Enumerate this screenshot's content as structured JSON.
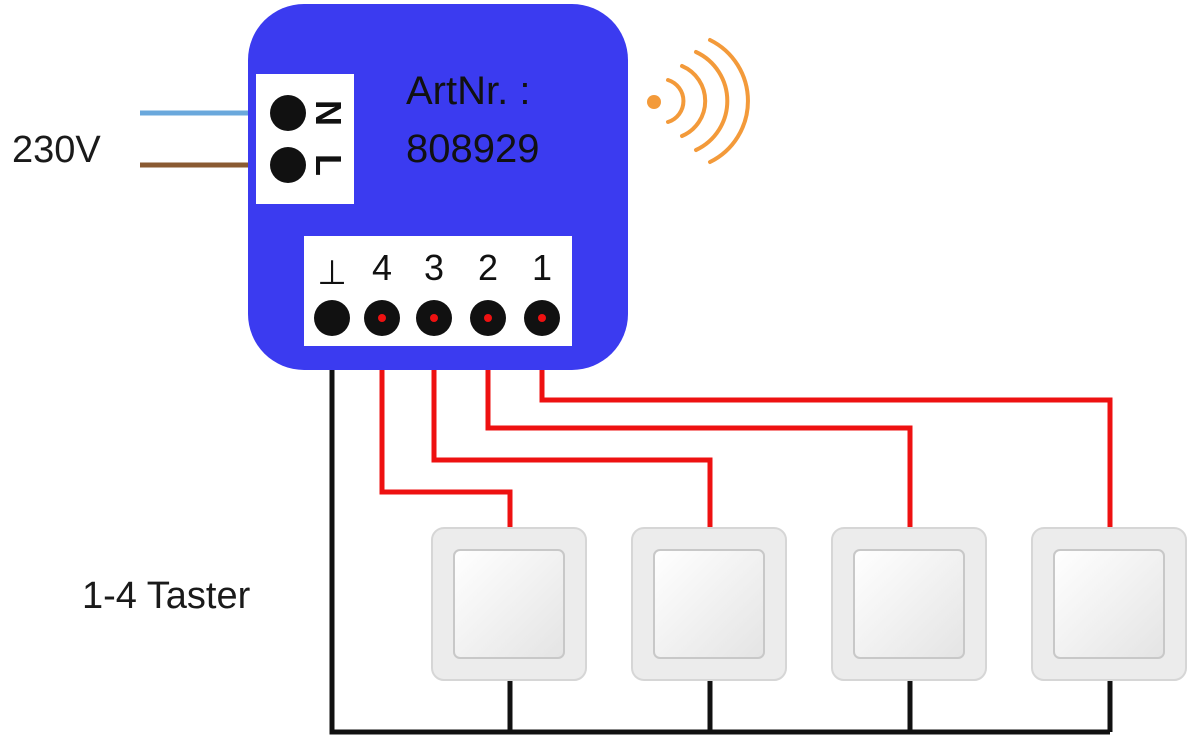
{
  "supply": {
    "voltage_label": "230V"
  },
  "module": {
    "art_label": "ArtNr. :",
    "art_number": "808929",
    "color": "#3b3bf0"
  },
  "power_terminals": [
    {
      "label": "N",
      "wire_color": "#6aa8dc"
    },
    {
      "label": "L",
      "wire_color": "#8a5a32"
    }
  ],
  "input_terminals": [
    {
      "label": "⊥"
    },
    {
      "label": "4"
    },
    {
      "label": "3"
    },
    {
      "label": "2"
    },
    {
      "label": "1"
    }
  ],
  "switches_label": "1-4 Taster",
  "switch_count": 4,
  "colors": {
    "signal_wire": "#ee1111",
    "ground_wire": "#111111",
    "wireless": "#f39a3a",
    "terminal": "#111111"
  }
}
